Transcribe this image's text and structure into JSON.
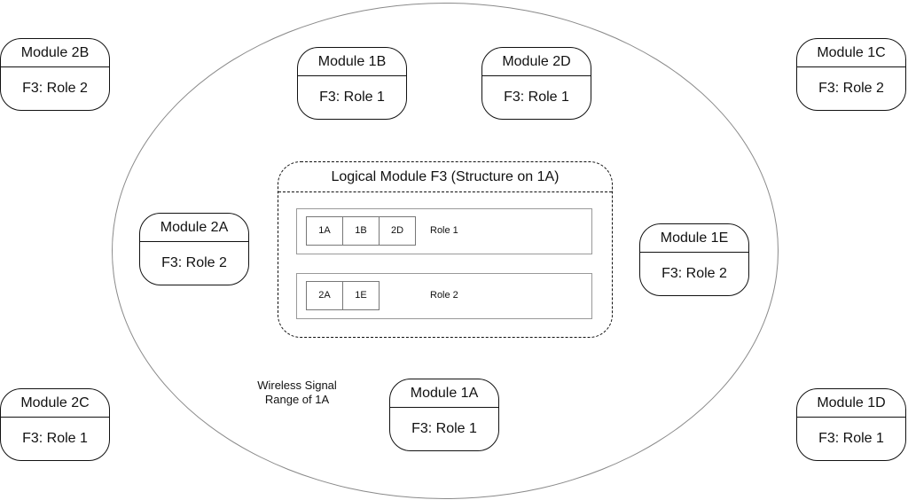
{
  "range_label_line1": "Wireless Signal",
  "range_label_line2": "Range of 1A",
  "logical_module": {
    "title": "Logical Module F3 (Structure on 1A)",
    "rows": [
      {
        "cells": [
          "1A",
          "1B",
          "2D"
        ],
        "label": "Role 1"
      },
      {
        "cells": [
          "2A",
          "1E"
        ],
        "label": "Role 2"
      }
    ]
  },
  "modules": {
    "m2b": {
      "title": "Module 2B",
      "role": "F3: Role 2"
    },
    "m1b": {
      "title": "Module 1B",
      "role": "F3: Role 1"
    },
    "m2d": {
      "title": "Module 2D",
      "role": "F3: Role 1"
    },
    "m1c": {
      "title": "Module 1C",
      "role": "F3: Role 2"
    },
    "m2a": {
      "title": "Module 2A",
      "role": "F3: Role 2"
    },
    "m1e": {
      "title": "Module 1E",
      "role": "F3: Role 2"
    },
    "m2c": {
      "title": "Module 2C",
      "role": "F3: Role 1"
    },
    "m1a": {
      "title": "Module 1A",
      "role": "F3: Role 1"
    },
    "m1d": {
      "title": "Module 1D",
      "role": "F3: Role 1"
    }
  }
}
